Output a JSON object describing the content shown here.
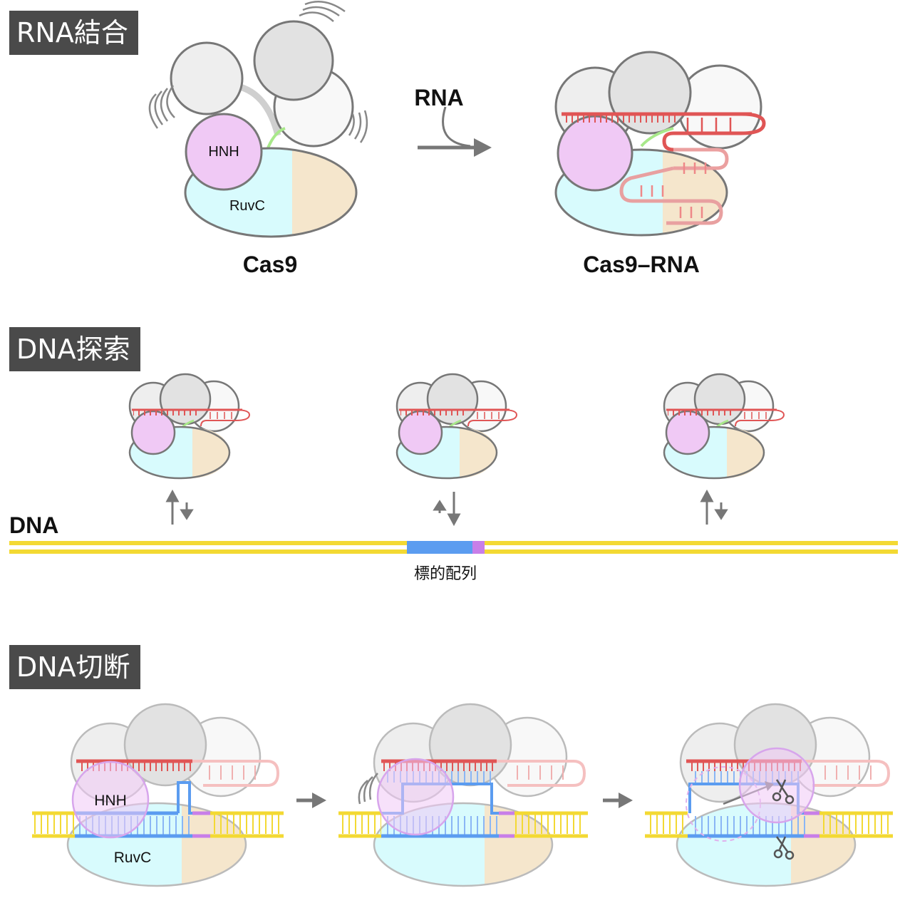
{
  "sections": {
    "rna_binding": "RNA結合",
    "dna_search": "DNA探索",
    "dna_cleavage": "DNA切断"
  },
  "labels": {
    "hnh": "HNH",
    "ruvc": "RuvC",
    "cas9": "Cas9",
    "cas9_rna": "Cas9–RNA",
    "rna": "RNA",
    "dna": "DNA",
    "target_sequence": "標的配列"
  },
  "colors": {
    "hnh_domain": "#f0c9f5",
    "ruvc_domain": "#d8fbfd",
    "pi_domain": "#f5e6cc",
    "rec_lobe": "#e5e5e5",
    "guide_rna": "#e05555",
    "dna": "#f3d933",
    "target_strand": "#5b9cf0",
    "pam": "#c87ee8",
    "linker": "#a8e88a",
    "arrow": "#777777"
  },
  "icons": [
    "motion-lines-icon",
    "reaction-arrow-icon",
    "equilibrium-arrows-icon",
    "scissors-icon"
  ]
}
